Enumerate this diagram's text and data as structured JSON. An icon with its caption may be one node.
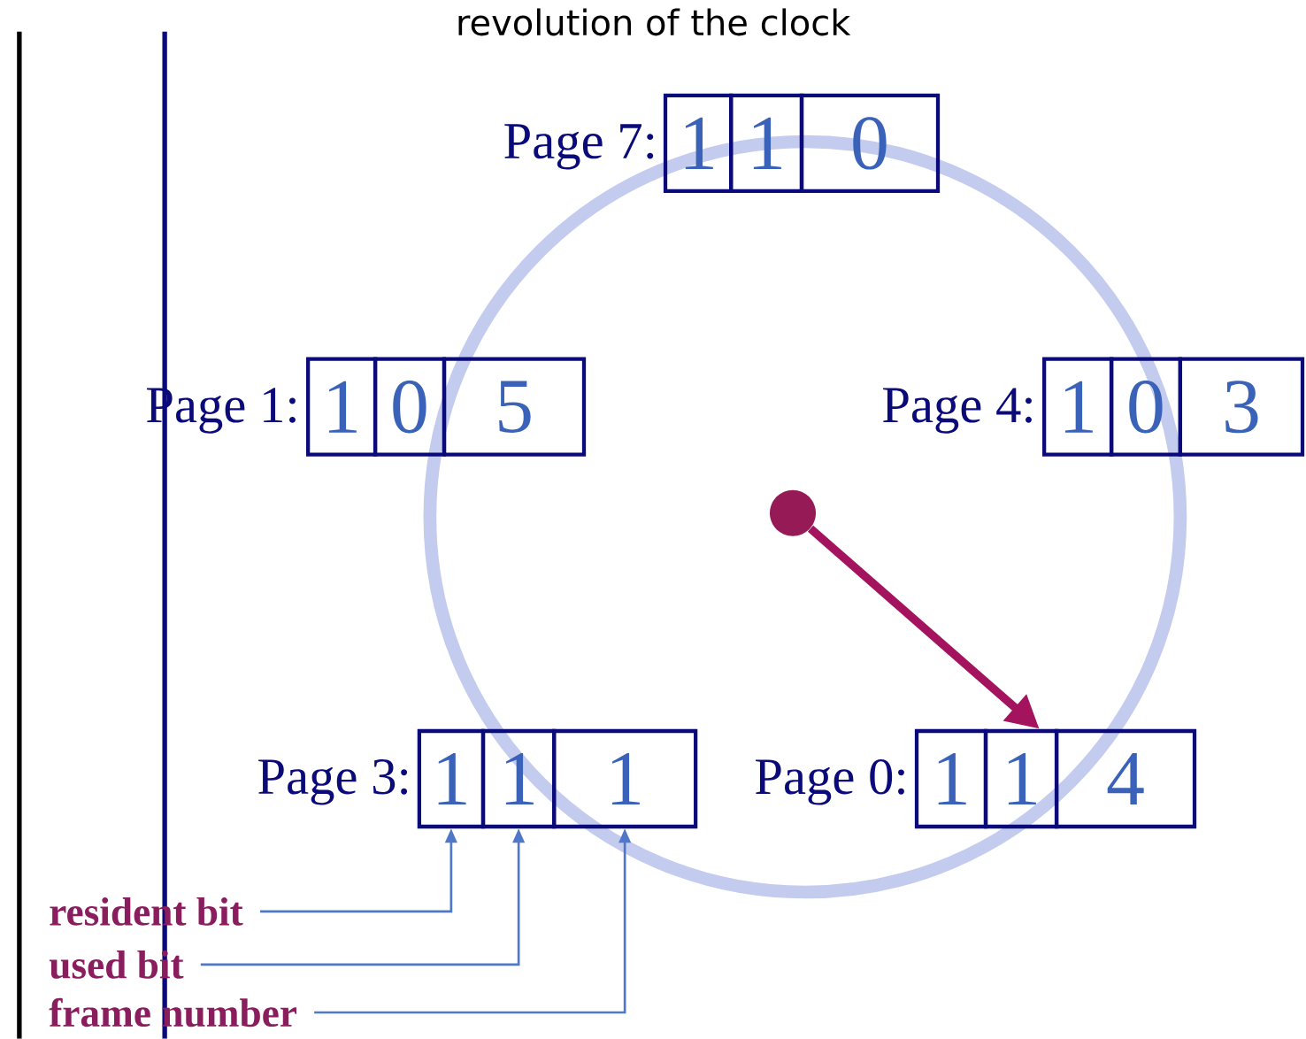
{
  "diagram": {
    "title": "revolution of the clock",
    "nodes": [
      {
        "text": [
          "1"
        ],
        "beside": [
          "Page 7:"
        ]
      },
      {
        "text": [
          "1"
        ]
      },
      {
        "text": [
          "0"
        ]
      },
      {
        "text": [
          "1"
        ],
        "beside": [
          "Page 1:"
        ]
      },
      {
        "text": [
          "0"
        ]
      },
      {
        "text": [
          "5"
        ]
      },
      {
        "text": [
          "1"
        ],
        "beside": [
          "Page 4:"
        ]
      },
      {
        "text": [
          "0"
        ]
      },
      {
        "text": [
          "3"
        ]
      },
      {
        "text": [],
        "shape": "circle"
      },
      {
        "text": [
          "1"
        ],
        "beside": [
          "Page 3:"
        ]
      },
      {
        "text": [
          "1"
        ]
      },
      {
        "text": [
          "1"
        ]
      },
      {
        "text": [
          "1"
        ],
        "beside": [
          "Page 0:"
        ]
      },
      {
        "text": [
          "1"
        ]
      },
      {
        "text": [
          "4"
        ]
      },
      {
        "text": [
          "resident bit"
        ]
      },
      {
        "text": [
          "used bit"
        ]
      },
      {
        "text": [
          "frame number"
        ]
      }
    ],
    "edges": [
      {
        "from": 9,
        "to": 14,
        "arrow": "to",
        "style": "thick",
        "color": "#a3135e"
      },
      {
        "from": 16,
        "to": 10,
        "arrow": "to"
      },
      {
        "from": 17,
        "to": 11,
        "arrow": "to"
      },
      {
        "from": 18,
        "to": 12,
        "arrow": "to"
      }
    ]
  }
}
